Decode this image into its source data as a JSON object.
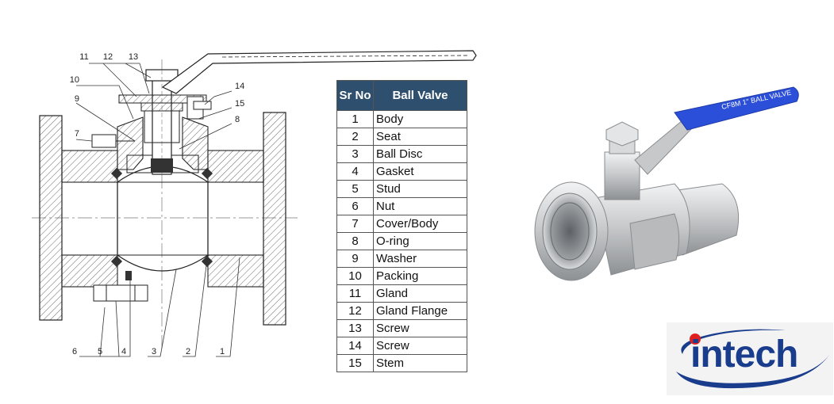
{
  "drawing": {
    "callouts": [
      "1",
      "2",
      "3",
      "4",
      "5",
      "6",
      "7",
      "8",
      "9",
      "10",
      "11",
      "12",
      "13",
      "14",
      "15"
    ]
  },
  "table": {
    "headers": [
      "Sr No",
      "Ball Valve"
    ],
    "header_color": "#2f4f6e",
    "rows": [
      {
        "no": "1",
        "name": "Body"
      },
      {
        "no": "2",
        "name": "Seat"
      },
      {
        "no": "3",
        "name": "Ball Disc"
      },
      {
        "no": "4",
        "name": "Gasket"
      },
      {
        "no": "5",
        "name": "Stud"
      },
      {
        "no": "6",
        "name": "Nut"
      },
      {
        "no": "7",
        "name": "Cover/Body"
      },
      {
        "no": "8",
        "name": "O-ring"
      },
      {
        "no": "9",
        "name": "Washer"
      },
      {
        "no": "10",
        "name": "Packing"
      },
      {
        "no": "11",
        "name": "Gland"
      },
      {
        "no": "12",
        "name": "Gland Flange"
      },
      {
        "no": "13",
        "name": "Screw"
      },
      {
        "no": "14",
        "name": "Screw"
      },
      {
        "no": "15",
        "name": "Stem"
      }
    ]
  },
  "photo": {
    "handle_color": "#2b4fd8",
    "body_color": "#c9cbcd"
  },
  "logo": {
    "text": "intech",
    "text_color": "#1a3c8c",
    "dot_color": "#e02020",
    "swoosh_color": "#1a3c8c"
  }
}
